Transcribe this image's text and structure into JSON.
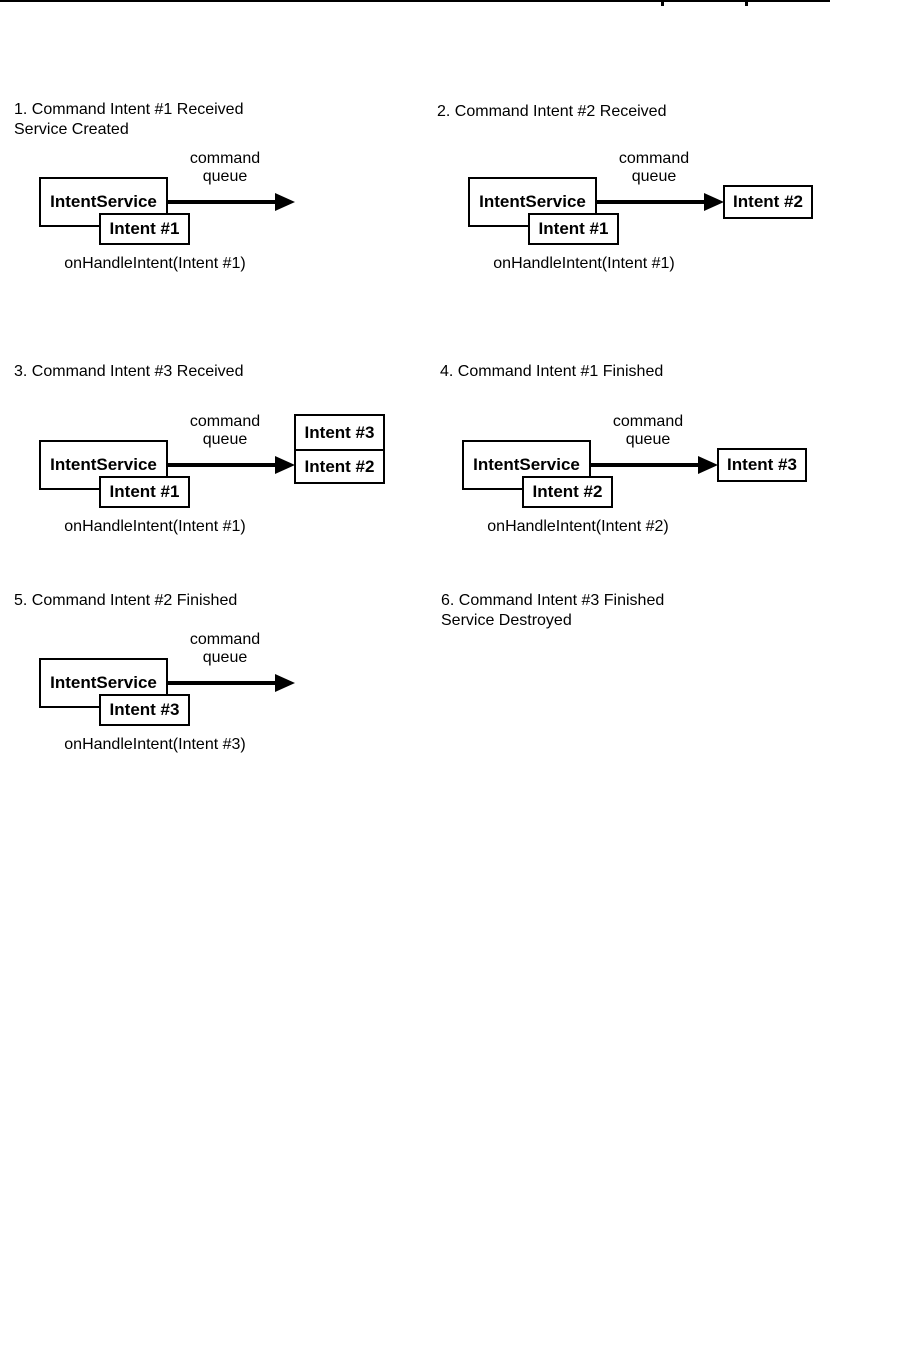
{
  "document": {
    "background": "#ffffff",
    "ink_color": "#000000"
  },
  "panels": [
    {
      "title_lines": [
        "1. Command Intent #1 Received",
        "Service Created"
      ],
      "service_box": "IntentService",
      "active_intent": "Intent #1",
      "queue_label": [
        "command",
        "queue"
      ],
      "queue_items": [],
      "handler": "onHandleIntent(Intent #1)"
    },
    {
      "title_lines": [
        "2. Command Intent #2 Received"
      ],
      "service_box": "IntentService",
      "active_intent": "Intent #1",
      "queue_label": [
        "command",
        "queue"
      ],
      "queue_items": [
        "Intent #2"
      ],
      "handler": "onHandleIntent(Intent #1)"
    },
    {
      "title_lines": [
        "3. Command Intent #3 Received"
      ],
      "service_box": "IntentService",
      "active_intent": "Intent #1",
      "queue_label": [
        "command",
        "queue"
      ],
      "queue_items": [
        "Intent #3",
        "Intent #2"
      ],
      "handler": "onHandleIntent(Intent #1)"
    },
    {
      "title_lines": [
        "4. Command Intent #1 Finished"
      ],
      "service_box": "IntentService",
      "active_intent": "Intent #2",
      "queue_label": [
        "command",
        "queue"
      ],
      "queue_items": [
        "Intent #3"
      ],
      "handler": "onHandleIntent(Intent #2)"
    },
    {
      "title_lines": [
        "5. Command Intent #2 Finished"
      ],
      "service_box": "IntentService",
      "active_intent": "Intent #3",
      "queue_label": [
        "command",
        "queue"
      ],
      "queue_items": [],
      "handler": "onHandleIntent(Intent #3)"
    },
    {
      "title_lines": [
        "6. Command Intent #3 Finished",
        "Service Destroyed"
      ]
    }
  ]
}
